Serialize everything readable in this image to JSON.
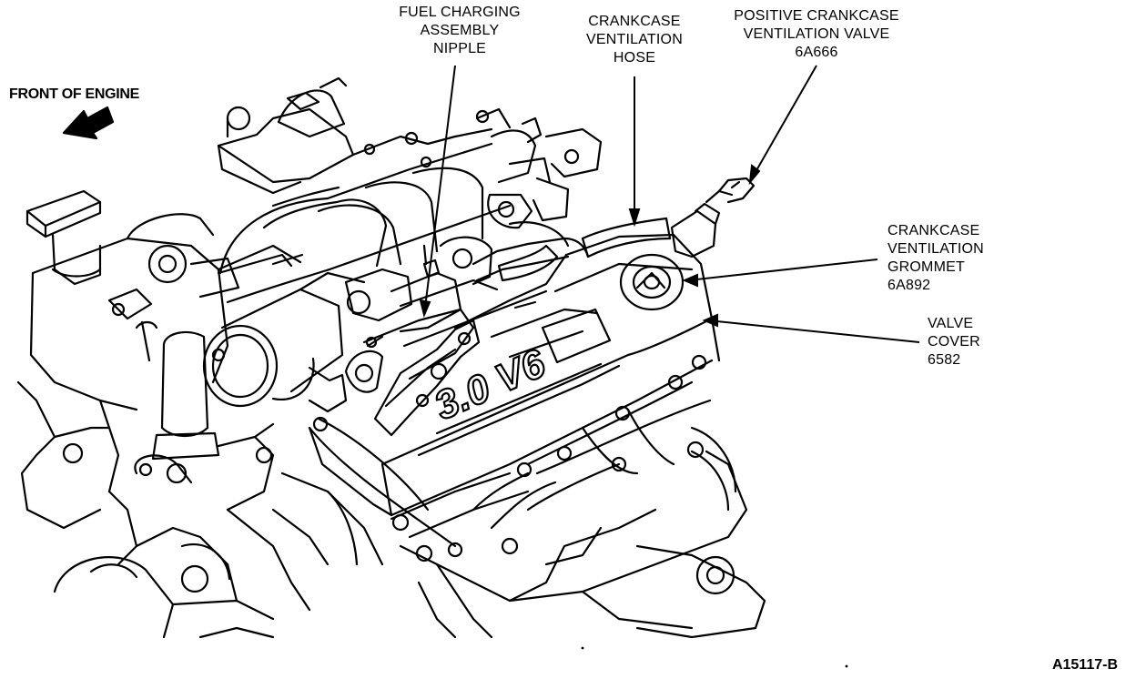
{
  "orientation": {
    "front_label": "FRONT OF ENGINE",
    "arrow_icon": "front-arrow-icon"
  },
  "callouts": {
    "fuel_nipple": {
      "lines": [
        "FUEL CHARGING",
        "ASSEMBLY",
        "NIPPLE"
      ]
    },
    "vent_hose": {
      "lines": [
        "CRANKCASE",
        "VENTILATION",
        "HOSE"
      ]
    },
    "pcv_valve": {
      "lines": [
        "POSITIVE CRANKCASE",
        "VENTILATION VALVE",
        "6A666"
      ]
    },
    "grommet": {
      "lines": [
        "CRANKCASE",
        "VENTILATION",
        "GROMMET",
        "6A892"
      ]
    },
    "valve_cover": {
      "lines": [
        "VALVE",
        "COVER",
        "6582"
      ]
    }
  },
  "engine_badge": "3.0 V6",
  "figure_id": "A15117-B",
  "colors": {
    "ink": "#000000",
    "paper": "#ffffff"
  }
}
